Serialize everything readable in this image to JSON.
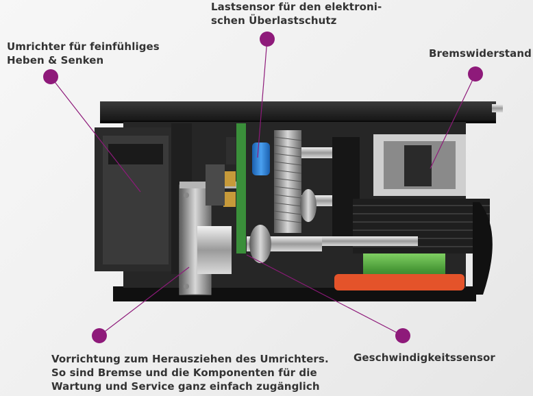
{
  "callouts": [
    {
      "id": "umrichter",
      "lines": [
        "Umrichter für feinfühliges",
        "Heben & Senken"
      ]
    },
    {
      "id": "lastsensor",
      "lines": [
        "Lastsensor für den elektroni-",
        "schen Überlastschutz"
      ]
    },
    {
      "id": "bremswiderstand",
      "lines": [
        "Bremswiderstand"
      ]
    },
    {
      "id": "vorrichtung",
      "lines": [
        "Vorrichtung zum Herausziehen des Umrichters.",
        "So sind Bremse und die Komponenten für die",
        "Wartung und Service ganz einfach zugänglich"
      ]
    },
    {
      "id": "geschwindigkeit",
      "lines": [
        "Geschwindigkeitssensor"
      ]
    }
  ],
  "colors": {
    "marker": "#8e1a7a",
    "leader": "#8e1a7a",
    "text": "#333333",
    "housing_dark": "#1b1b1b",
    "pcb_green": "#3a8f3a",
    "sensor_blue": "#2b7fd6",
    "brake_orange": "#e4532a",
    "coil_green": "#5db34a"
  }
}
